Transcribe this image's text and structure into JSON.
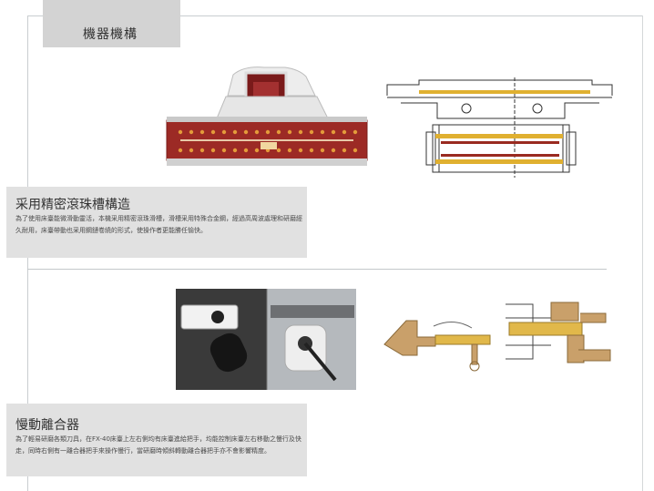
{
  "page_title": "機器機構",
  "sections": [
    {
      "heading": "采用精密滾珠槽構造",
      "description": "為了使用床臺能微滑動靈活，本機采用精密滾珠滑槽，滑槽采用特殊合金鋼，經過高周波處理和研磨經久耐用，床臺帶動也采用鋼鏈卷繞的形式，使操作者更能勝任愉快。"
    },
    {
      "heading": "慢動離合器",
      "description": "為了輕易研磨各類刀具，在FX-40床臺上左右側均有床臺進給把手，均能控制床臺左右移動之慢行及快走，同時右側有一離合器把手來操作慢行，當研磨時傾斜轉動離合器把手亦不會影響精度。"
    }
  ]
}
